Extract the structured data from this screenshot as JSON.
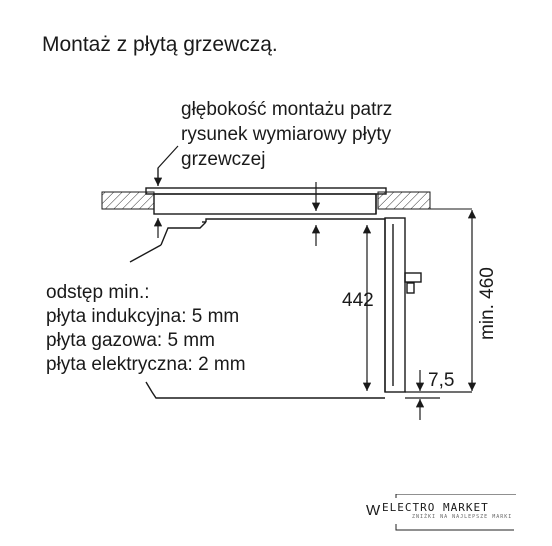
{
  "title": "Montaż z płytą grzewczą.",
  "depth_note": {
    "lines": [
      "głębokość montażu patrz",
      "rysunek wymiarowy płyty",
      "grzewczej"
    ]
  },
  "spacing_note": {
    "lines": [
      "odstęp min.:",
      "płyta indukcyjna: 5 mm",
      "płyta gazowa: 5 mm",
      "płyta elektryczna: 2 mm"
    ]
  },
  "dimensions": {
    "height": "442",
    "min_height": "min. 460",
    "gap": "7,5"
  },
  "logo": {
    "prefix": "W",
    "name": "ELECTRO MARKET",
    "tagline": "ZNIŻKI NA NAJLEPSZE MARKI"
  }
}
